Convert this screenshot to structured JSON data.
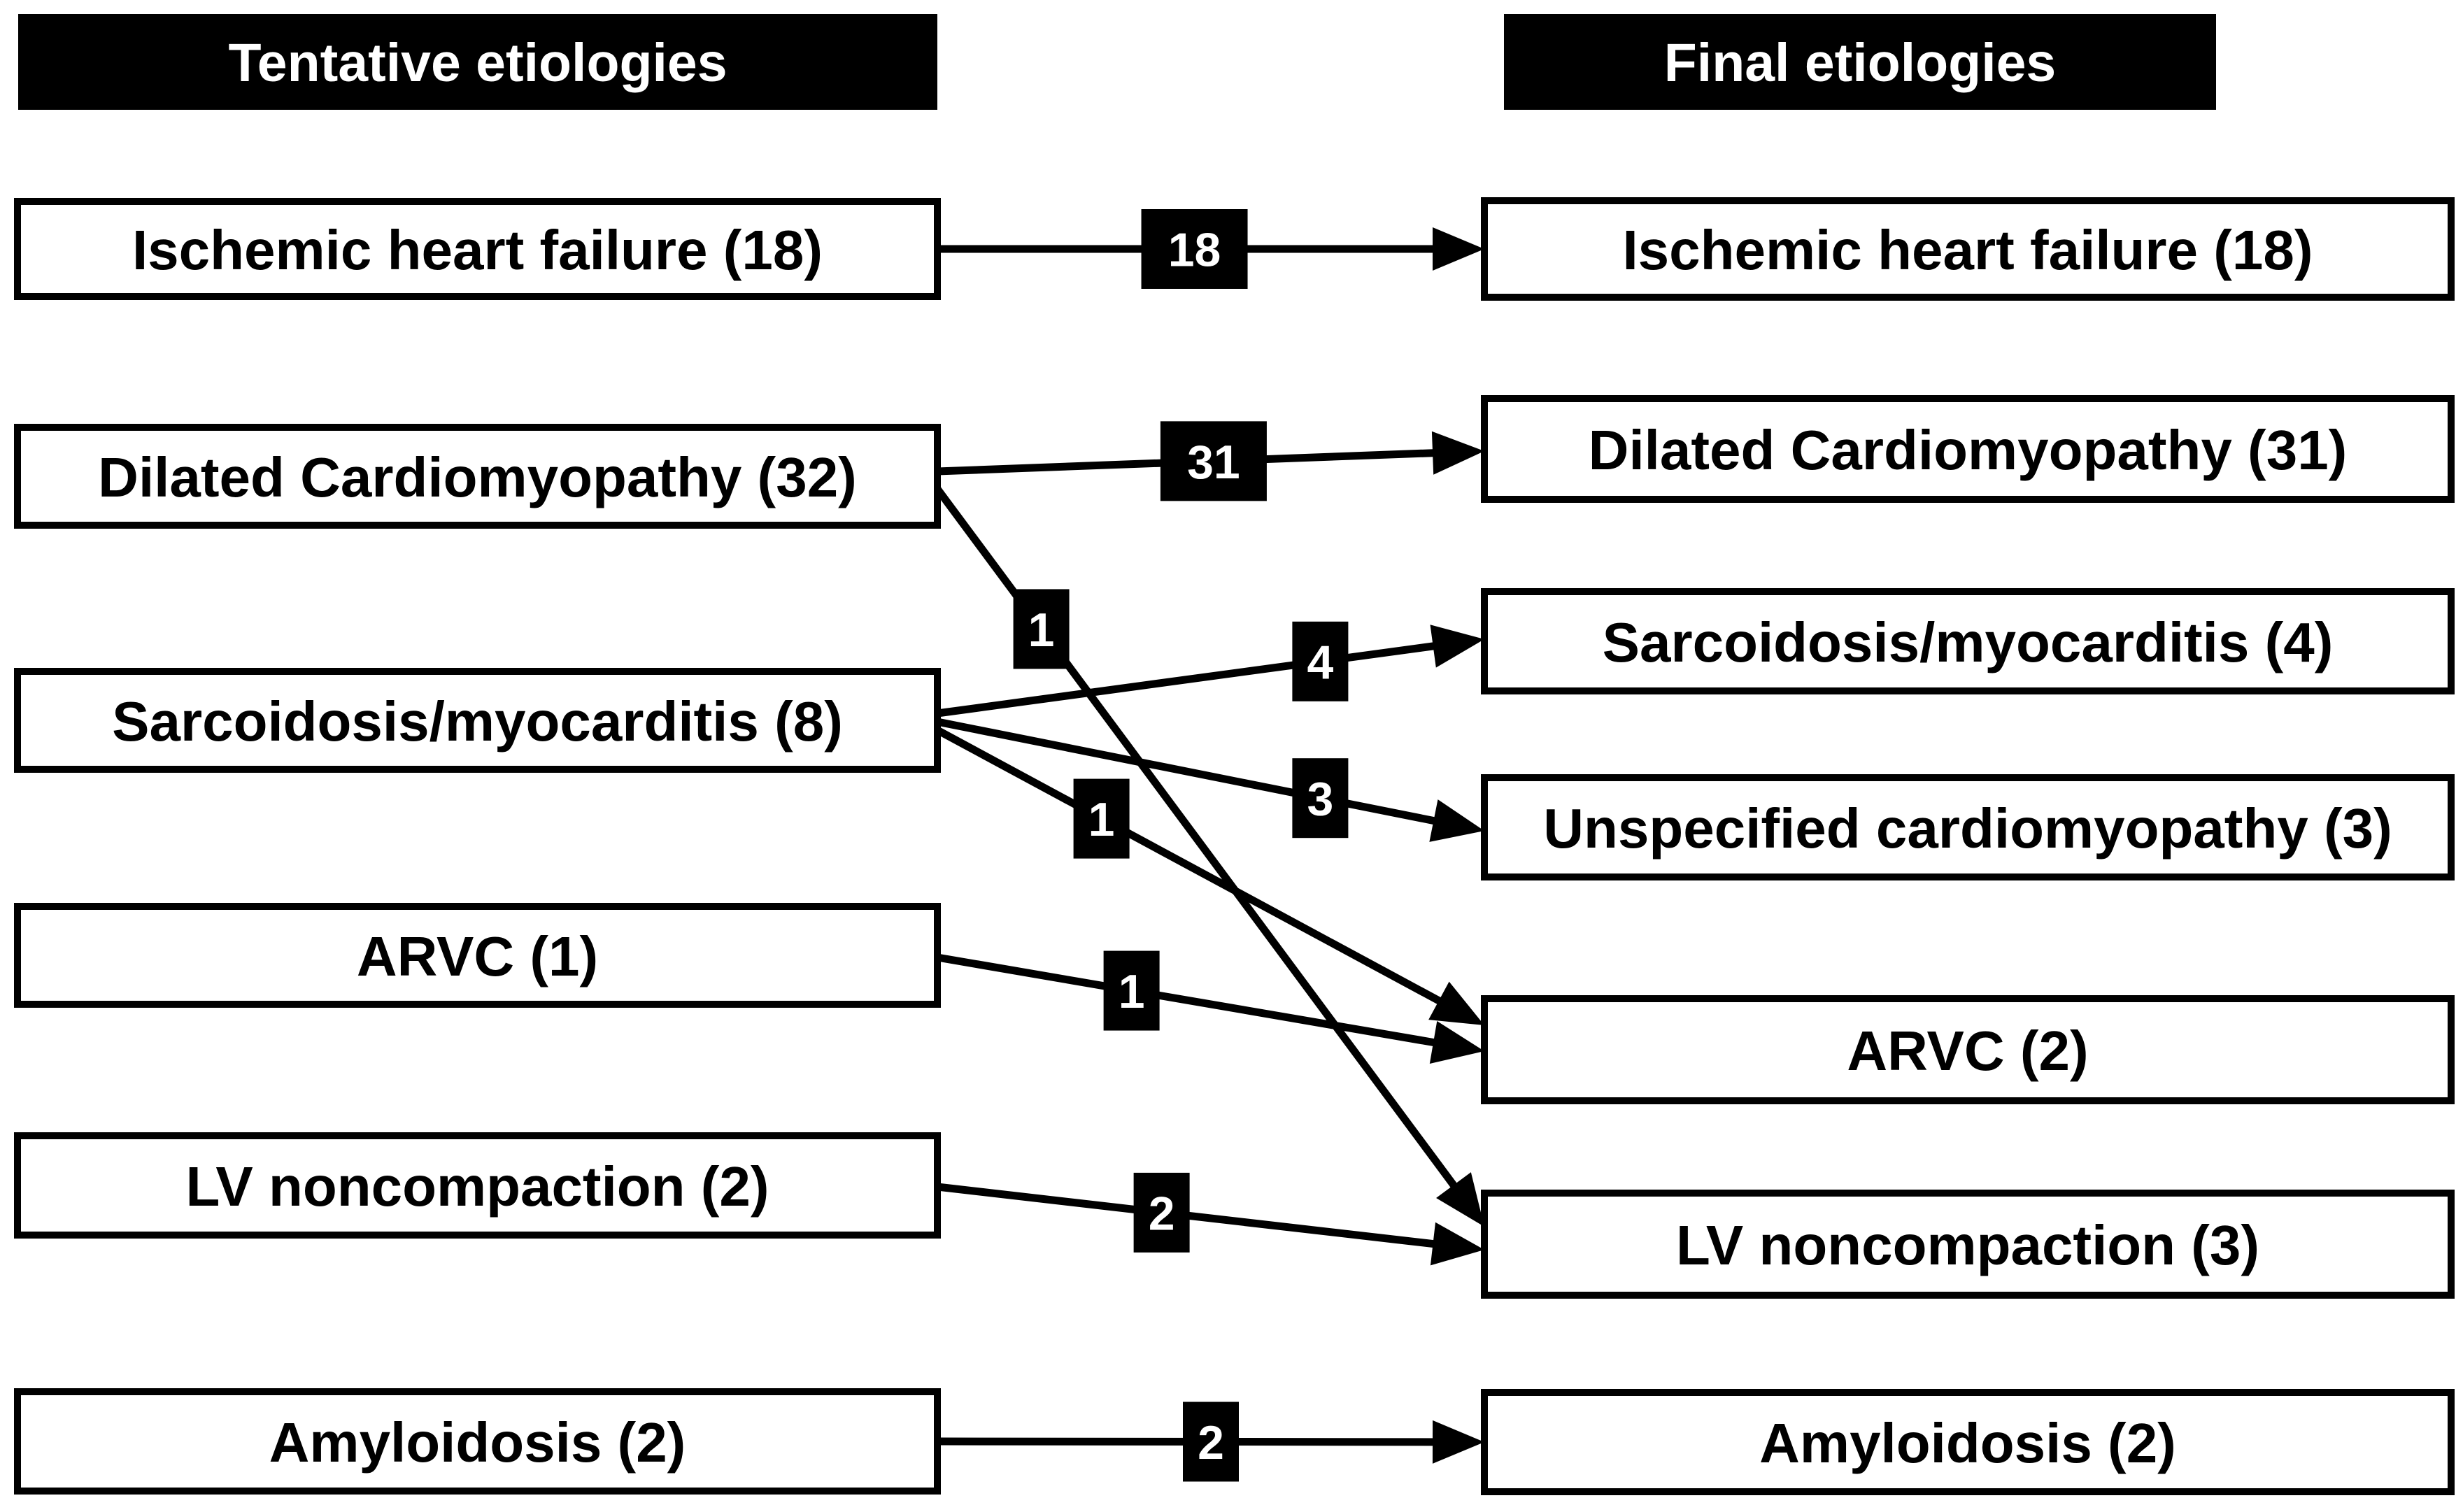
{
  "diagram": {
    "headers": {
      "left": "Tentative etiologies",
      "right": "Final etiologies"
    },
    "colors": {
      "background": "#ffffff",
      "box_fill": "#ffffff",
      "box_border": "#000000",
      "box_text": "#000000",
      "header_fill": "#000000",
      "header_text": "#ffffff",
      "edge_line": "#000000",
      "edge_label_fill": "#000000",
      "edge_label_text": "#ffffff"
    },
    "tentative_nodes": [
      {
        "id": "t_ihf",
        "label": "Ischemic heart failure (18)",
        "etiology": "Ischemic heart failure",
        "count": 18
      },
      {
        "id": "t_dcm",
        "label": "Dilated Cardiomyopathy (32)",
        "etiology": "Dilated Cardiomyopathy",
        "count": 32
      },
      {
        "id": "t_sm",
        "label": "Sarcoidosis/myocarditis (8)",
        "etiology": "Sarcoidosis/myocarditis",
        "count": 8
      },
      {
        "id": "t_arvc",
        "label": "ARVC (1)",
        "etiology": "ARVC",
        "count": 1
      },
      {
        "id": "t_lvnc",
        "label": "LV noncompaction (2)",
        "etiology": "LV noncompaction",
        "count": 2
      },
      {
        "id": "t_amy",
        "label": "Amyloidosis (2)",
        "etiology": "Amyloidosis",
        "count": 2
      }
    ],
    "final_nodes": [
      {
        "id": "f_ihf",
        "label": "Ischemic heart failure (18)",
        "etiology": "Ischemic heart failure",
        "count": 18
      },
      {
        "id": "f_dcm",
        "label": "Dilated Cardiomyopathy (31)",
        "etiology": "Dilated Cardiomyopathy",
        "count": 31
      },
      {
        "id": "f_sm",
        "label": "Sarcoidosis/myocarditis (4)",
        "etiology": "Sarcoidosis/myocarditis",
        "count": 4
      },
      {
        "id": "f_uc",
        "label": "Unspecified cardiomyopathy (3)",
        "etiology": "Unspecified cardiomyopathy",
        "count": 3
      },
      {
        "id": "f_arvc",
        "label": "ARVC (2)",
        "etiology": "ARVC",
        "count": 2
      },
      {
        "id": "f_lvnc",
        "label": "LV noncompaction (3)",
        "etiology": "LV noncompaction",
        "count": 3
      },
      {
        "id": "f_amy",
        "label": "Amyloidosis (2)",
        "etiology": "Amyloidosis",
        "count": 2
      }
    ],
    "edges": [
      {
        "from": "t_ihf",
        "to": "f_ihf",
        "count": 18
      },
      {
        "from": "t_dcm",
        "to": "f_dcm",
        "count": 31
      },
      {
        "from": "t_dcm",
        "to": "f_lvnc",
        "count": 1
      },
      {
        "from": "t_sm",
        "to": "f_sm",
        "count": 4
      },
      {
        "from": "t_sm",
        "to": "f_uc",
        "count": 3
      },
      {
        "from": "t_sm",
        "to": "f_arvc",
        "count": 1
      },
      {
        "from": "t_arvc",
        "to": "f_arvc",
        "count": 1
      },
      {
        "from": "t_lvnc",
        "to": "f_lvnc",
        "count": 2
      },
      {
        "from": "t_amy",
        "to": "f_amy",
        "count": 2
      }
    ]
  }
}
